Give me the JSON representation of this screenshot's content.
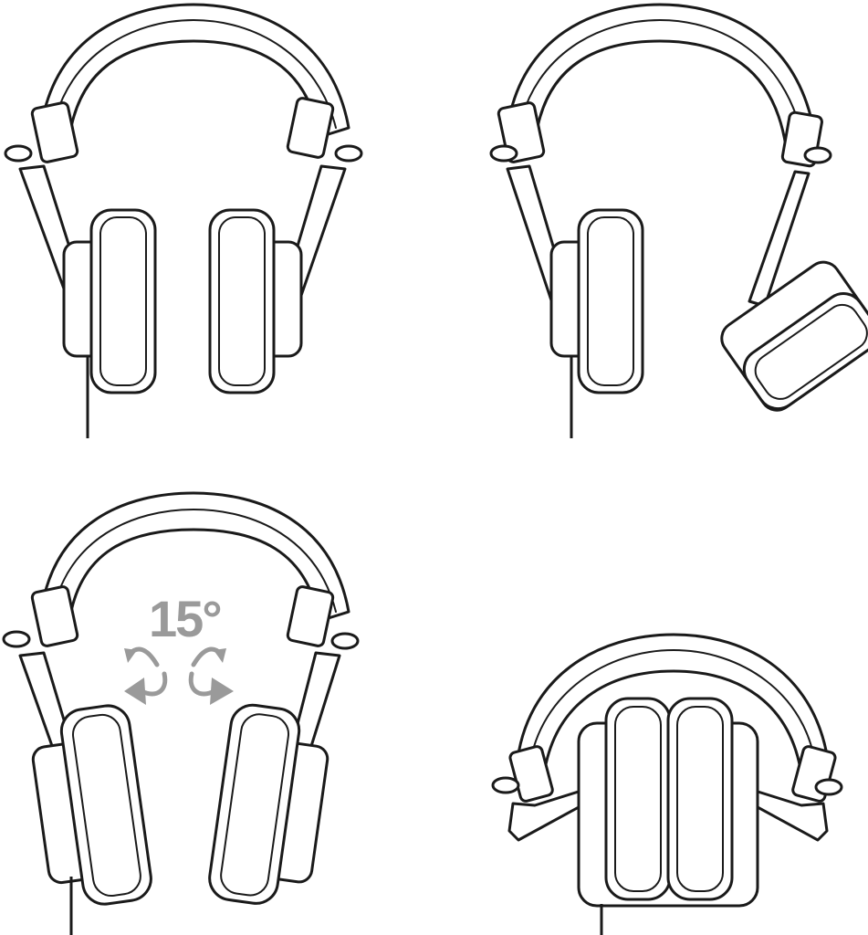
{
  "figure": {
    "angle_label": "15°",
    "colors": {
      "line": "#1a1a1a",
      "arrow": "#9a9a9a",
      "background": "#ffffff"
    },
    "panels": [
      {
        "name": "front-view"
      },
      {
        "name": "one-earcup-swiveled"
      },
      {
        "name": "earcups-rotate-15-degrees"
      },
      {
        "name": "earcups-folded"
      }
    ]
  }
}
